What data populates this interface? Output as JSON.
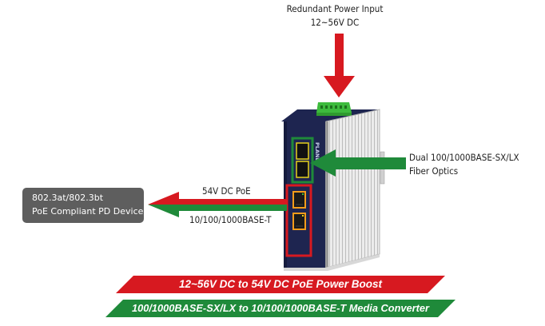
{
  "title": "PoE Power Boost Media Converter Application Diagram",
  "power_input": {
    "line1": "Redundant Power Input",
    "line2": "12~56V DC"
  },
  "pd_device": {
    "line1": "802.3at/802.3bt",
    "line2": "PoE Compliant PD Device"
  },
  "copper_link": {
    "upper_label": "54V DC PoE",
    "lower_label": "10/100/1000BASE-T"
  },
  "fiber_link": {
    "line1": "Dual 100/1000BASE-SX/LX",
    "line2": "Fiber Optics"
  },
  "banners": {
    "red": "12~56V DC to 54V DC PoE Power Boost",
    "green": "100/1000BASE-SX/LX to 10/100/1000BASE-T Media Converter"
  },
  "device": {
    "brand": "PLANET",
    "fiber_ports": 2,
    "rj45_ports": 2
  },
  "colors": {
    "red": "#d71920",
    "green": "#1f8a3a",
    "navy": "#1e2550",
    "terminal_green": "#3dbb3d",
    "gray_box": "#5e5e5e"
  }
}
